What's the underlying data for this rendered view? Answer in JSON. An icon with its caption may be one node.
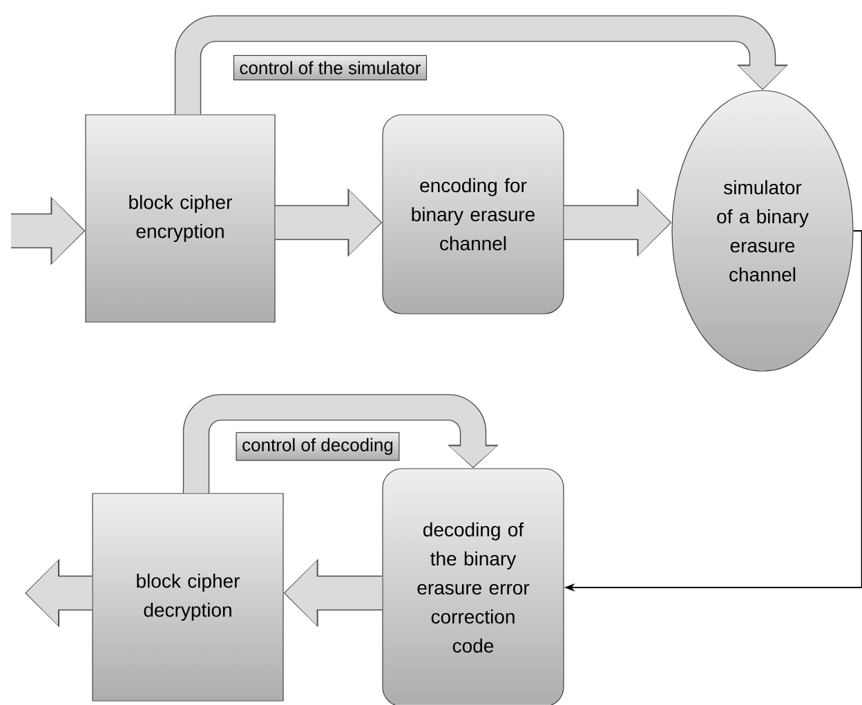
{
  "diagram": {
    "nodes": [
      {
        "text": [
          "block cipher encryption"
        ]
      },
      {
        "text": [
          "encoding for binary erasure channel"
        ]
      },
      {
        "text": [
          "simulator of a binary erasure channel"
        ]
      },
      {
        "text": [
          "block cipher decryption"
        ]
      },
      {
        "text": [
          "decoding of the binary erasure error correction code"
        ]
      }
    ],
    "edges": [
      {
        "from": null,
        "to": 0,
        "arrow": "to"
      },
      {
        "from": 0,
        "to": 1,
        "arrow": "to"
      },
      {
        "from": 1,
        "to": 2,
        "arrow": "to"
      },
      {
        "from": 0,
        "to": 2,
        "arrow": "to",
        "label": "control of the simulator"
      },
      {
        "from": 2,
        "to": 4,
        "arrow": "to",
        "color": "#000000"
      },
      {
        "from": 4,
        "to": 3,
        "arrow": "to"
      },
      {
        "from": 3,
        "to": null,
        "arrow": "to"
      },
      {
        "from": 3,
        "to": 4,
        "arrow": "to",
        "label": "control of decoding"
      }
    ]
  }
}
